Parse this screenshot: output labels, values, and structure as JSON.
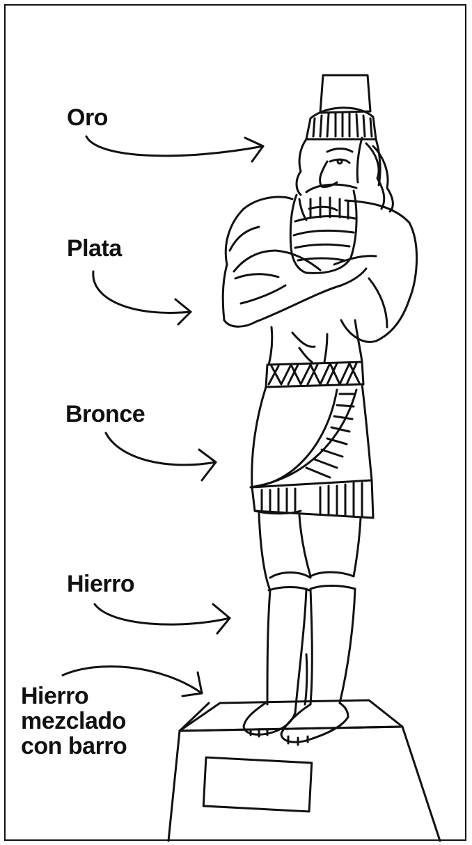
{
  "labels": {
    "oro": "Oro",
    "plata": "Plata",
    "bronce": "Bronce",
    "hierro": "Hierro",
    "mezcla_line1": "Hierro",
    "mezcla_line2": "mezclado",
    "mezcla_line3": "con barro"
  },
  "colors": {
    "ink": "#111111",
    "background": "#ffffff"
  }
}
